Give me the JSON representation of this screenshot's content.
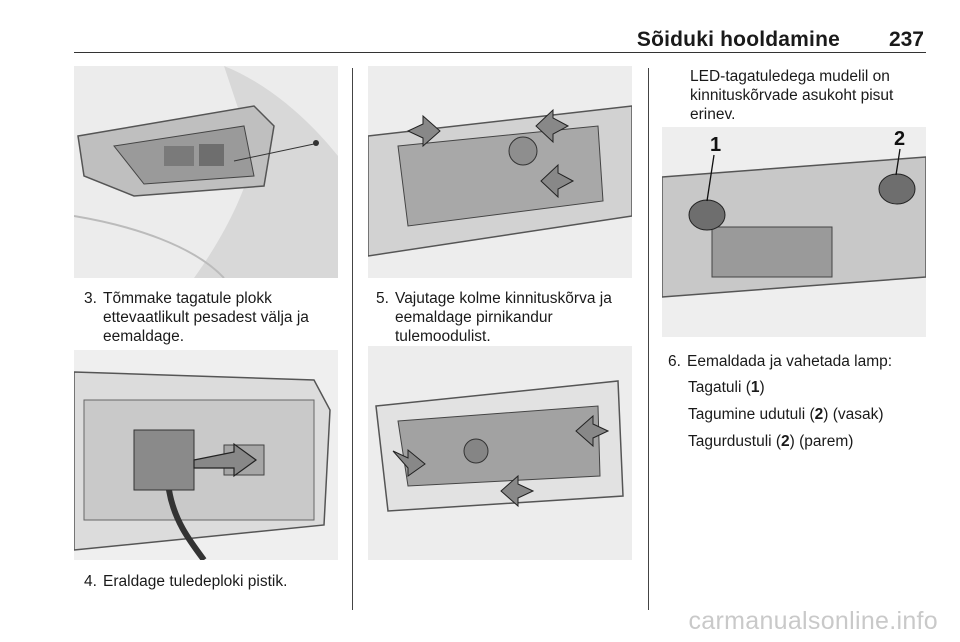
{
  "header": {
    "title": "Sõiduki hooldamine",
    "page_number": "237"
  },
  "column1": {
    "step3": {
      "number": "3.",
      "text": "Tõmmake tagatule plokk ettevaatlikult pesadest välja ja eemaldage."
    },
    "step4": {
      "number": "4.",
      "text": "Eraldage tuledeploki pistik."
    }
  },
  "column2": {
    "step5": {
      "number": "5.",
      "text": "Vajutage kolme kinnituskõrva ja eemaldage pirnikandur tulemoodulist."
    }
  },
  "column3": {
    "intro": "LED-tagatuledega mudelil on kinnituskõrvade asukoht pisut erinev.",
    "figure_labels": {
      "label1": "1",
      "label2": "2"
    },
    "step6": {
      "number": "6.",
      "text": "Eemaldada ja vahetada lamp:",
      "items": [
        {
          "before": "Tagatuli (",
          "ref": "1",
          "after": ")"
        },
        {
          "before": "Tagumine udutuli (",
          "ref": "2",
          "after": ") (vasak)"
        },
        {
          "before": "Tagurdustuli (",
          "ref": "2",
          "after": ") (parem)"
        }
      ]
    }
  },
  "footer": {
    "watermark": "carmanualsonline.info"
  }
}
